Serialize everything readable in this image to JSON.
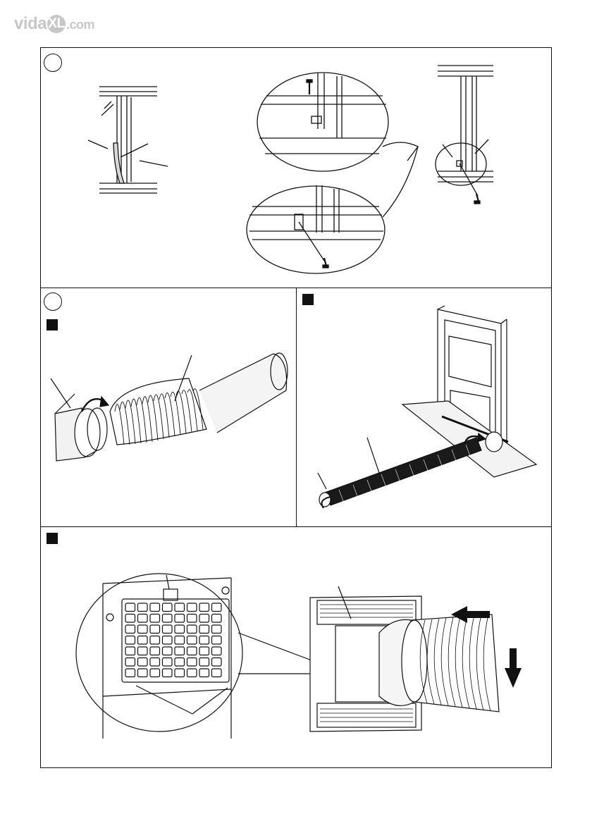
{
  "brand": {
    "logo_prefix": "vida",
    "logo_mark": "XL",
    "logo_suffix": ".com",
    "logo_color": "#c7c7c7"
  },
  "colors": {
    "line": "#111111",
    "hose_dark": "#1a1a1a",
    "shade": "#d9d9d9",
    "arrow": "#111111"
  },
  "panels": [
    {
      "id": "step-seal-window",
      "marker": "circle-empty"
    },
    {
      "id": "step-attach-adapter",
      "marker": "circle-empty",
      "sub_marker": "filled-square"
    },
    {
      "id": "step-hose-to-window",
      "marker": "filled-square"
    },
    {
      "id": "step-connect-unit",
      "marker": "filled-square"
    }
  ],
  "icons": [
    "screw-icon",
    "rotation-arrow-icon",
    "push-arrow-left-icon",
    "push-arrow-down-icon"
  ]
}
